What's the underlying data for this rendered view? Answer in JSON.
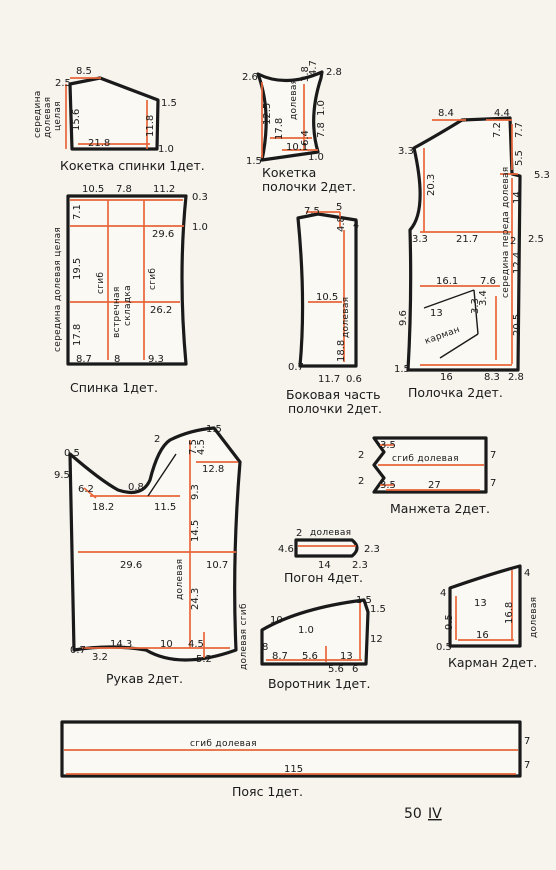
{
  "captions": {
    "back_yoke": "Кокетка спинки 1дет.",
    "front_yoke_1": "Кокетка",
    "front_yoke_2": "полочки 2дет.",
    "back": "Спинка 1дет.",
    "side_1": "Боковая часть",
    "side_2": "полочки 2дет.",
    "front": "Полочка 2дет.",
    "cuff": "Манжета 2дет.",
    "sleeve": "Рукав 2дет.",
    "epaulet": "Погон 4дет.",
    "collar": "Воротник 1дет.",
    "pocket": "Карман 2дет.",
    "belt": "Пояс 1дет.",
    "page_number": "50",
    "page_roman": "IV"
  },
  "labels": {
    "middle": "середина",
    "lobar": "долевая",
    "whole": "целая",
    "middle_lobar_whole": "середина долевая целая",
    "fold": "сгиб",
    "counter": "встречная",
    "pleat": "складка",
    "lobar_word": "долевая",
    "middle_front_lobar": "середина переда долевая",
    "pocket_word": "карман",
    "fold_lobar": "сгиб долевая",
    "lobar_fold": "долевая сгиб"
  },
  "dims": {
    "by_1": "8.5",
    "by_2": "2.5",
    "by_3": "15.6",
    "by_4": "21.8",
    "by_5": "1.5",
    "by_6": "11.8",
    "by_7": "1.0",
    "fy_1": "2.6",
    "fy_2": "2.8",
    "fy_3": "3.8",
    "fy_4": "4.7",
    "fy_5": "12.5",
    "fy_6": "1.0",
    "fy_7": "1.8",
    "fy_8": "10.1",
    "fy_9": "7.8",
    "fy_10": "1.5",
    "fy_11": "6.4",
    "fy_12": "1.0",
    "fy_13": "17.8",
    "b_1": "10.5",
    "b_2": "7.8",
    "b_3": "11.2",
    "b_4": "0.3",
    "b_5": "1.0",
    "b_6": "7.1",
    "b_7": "19.5",
    "b_8": "29.6",
    "b_9": "26.2",
    "b_10": "17.8",
    "b_11": "8.7",
    "b_12": "8",
    "b_13": "9.3",
    "s_1": "7.5",
    "s_2": "5",
    "s_3": "4.8",
    "s_4": "4",
    "s_5": "10.5",
    "s_6": "18.8",
    "s_7": "0.7",
    "s_8": "11.7",
    "s_9": "0.6",
    "f_1": "8.4",
    "f_2": "4.4",
    "f_3": "7.2",
    "f_4": "7.7",
    "f_5": "3.3",
    "f_6": "5.5",
    "f_7": "5.3",
    "f_8": "20.3",
    "f_9": "14",
    "f_10": "3.3",
    "f_11": "21.7",
    "f_12": "2",
    "f_13": "2.5",
    "f_14": "12.4",
    "f_15": "16.1",
    "f_16": "7.6",
    "f_17": "9.6",
    "f_18": "13",
    "f_19": "3.3",
    "f_20": "3.4",
    "f_21": "20.5",
    "f_22": "1.5",
    "f_23": "16",
    "f_24": "8.3",
    "f_25": "2.8",
    "c_1": "3.5",
    "c_2": "2",
    "c_3": "7",
    "c_4": "2",
    "c_5": "3.5",
    "c_6": "27",
    "c_7": "7",
    "sl_1": "1.5",
    "sl_2": "2",
    "sl_3": "0.5",
    "sl_4": "4.5",
    "sl_5": "7.5",
    "sl_6": "9.5",
    "sl_7": "6.2",
    "sl_8": "0.8",
    "sl_9": "12.8",
    "sl_10": "18.2",
    "sl_11": "11.5",
    "sl_12": "9.3",
    "sl_13": "14.5",
    "sl_14": "29.6",
    "sl_15": "10.7",
    "sl_16": "24.3",
    "sl_17": "0.7",
    "sl_18": "3.2",
    "sl_19": "14.3",
    "sl_20": "10",
    "sl_21": "4.5",
    "sl_22": "5.2",
    "e_1": "2",
    "e_2": "4.6",
    "e_3": "2.3",
    "e_4": "14",
    "e_5": "2.3",
    "co_1": "1.5",
    "co_2": "10",
    "co_3": "1.0",
    "co_4": "1.5",
    "co_5": "8",
    "co_6": "8.7",
    "co_7": "5.6",
    "co_8": "13",
    "co_9": "12",
    "co_10": "5.6",
    "co_11": "6",
    "p_1": "4",
    "p_2": "9.5",
    "p_3": "13",
    "p_4": "16.8",
    "p_5": "0.5",
    "p_6": "16",
    "p_7": "4",
    "be_1": "7",
    "be_2": "115",
    "be_3": "7"
  }
}
